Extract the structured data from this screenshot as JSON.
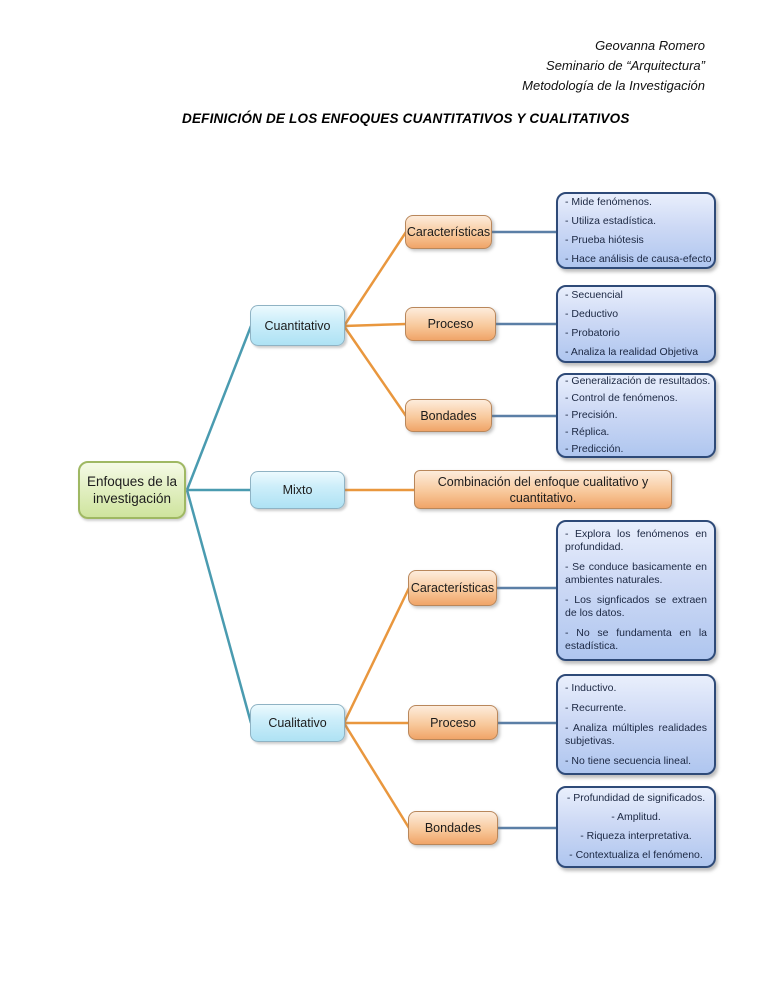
{
  "header": {
    "author": "Geovanna Romero",
    "seminar": "Seminario de “Arquitectura”",
    "course": "Metodología de la Investigación"
  },
  "title": "DEFINICIÓN DE LOS ENFOQUES CUANTITATIVOS Y CUALITATIVOS",
  "root_label": "Enfoques de la investigación",
  "cuantitativo": {
    "label": "Cuantitativo",
    "caracteristicas": {
      "label": "Características",
      "items": [
        "- Mide fenómenos.",
        "- Utiliza estadística.",
        "- Prueba hiótesis",
        "- Hace análisis de causa-efecto"
      ]
    },
    "proceso": {
      "label": "Proceso",
      "items": [
        "- Secuencial",
        "- Deductivo",
        "- Probatorio",
        "- Analiza la realidad Objetiva"
      ]
    },
    "bondades": {
      "label": "Bondades",
      "items": [
        "- Generalización de resultados.",
        "- Control de fenómenos.",
        "- Precisión.",
        "- Réplica.",
        "- Predicción."
      ]
    }
  },
  "mixto": {
    "label": "Mixto",
    "result": "Combinación del enfoque cualitativo y cuantitativo."
  },
  "cualitativo": {
    "label": "Cualitativo",
    "caracteristicas": {
      "label": "Características",
      "items": [
        "- Explora los fenómenos en profundidad.",
        "- Se conduce basicamente en ambientes naturales.",
        "- Los signficados se extraen de los datos.",
        "- No se fundamenta en la estadística."
      ]
    },
    "proceso": {
      "label": "Proceso",
      "items": [
        "- Inductivo.",
        "- Recurrente.",
        "- Analiza múltiples realidades subjetivas.",
        "- No tiene secuencia lineal."
      ]
    },
    "bondades": {
      "label": "Bondades",
      "items": [
        "- Profundidad de significados.",
        "- Amplitud.",
        "- Riqueza interpretativa.",
        "- Contextualiza el fenómeno."
      ]
    }
  },
  "colors": {
    "teal_line": "#4a9bb0",
    "orange_line": "#e9973e",
    "steel_line": "#5b7fa6",
    "root_fill": "#d9eaae",
    "branch_fill": "#b8e6f5",
    "label_fill": "#f5b072",
    "detail_fill": "#b9cdf0",
    "detail_border": "#2e4a78"
  }
}
